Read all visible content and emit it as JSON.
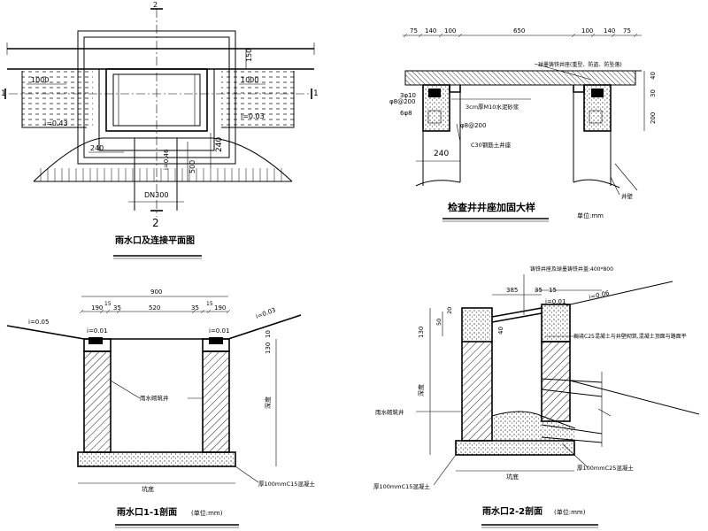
{
  "plan": {
    "title": "雨水口及连接平面图",
    "section_mark_1": "1",
    "section_mark_2": "2",
    "dims": {
      "d150": "150",
      "d1000_left": "1000",
      "d1000_right": "1000",
      "d240": "240",
      "d240_b": "240",
      "d500": "500",
      "dn300": "DN300"
    },
    "slopes": {
      "left": "i=0.43",
      "right": "i=0.03",
      "pipe": "i=0.46"
    }
  },
  "manhole": {
    "title": "检查井井座加固大样",
    "unit": "单位:mm",
    "top_dims": [
      "75",
      "140",
      "100",
      "650",
      "100",
      "140",
      "75"
    ],
    "side_dims": [
      "40",
      "30",
      "200"
    ],
    "labels": {
      "cover": "球墨铸铁井座(重型、防盗、防坠落)",
      "mortar": "3cm厚M10水泥砂浆",
      "c30": "C30钢筋土井座",
      "rebar1": "φ8@200",
      "rebar2": "3φ10",
      "rebar3": "6φ8",
      "rebar4": "φ8@200",
      "d240": "240",
      "wall": "井壁"
    }
  },
  "sec11": {
    "title": "雨水口1-1剖面",
    "unit": "(单位:mm)",
    "top_total": "900",
    "top_dims": [
      "190",
      "15",
      "35",
      "520",
      "35",
      "15",
      "190"
    ],
    "slope_left": "i=0.05",
    "slope_right": "i=0.03",
    "i_left": "i=0.01",
    "i_right": "i=0.01",
    "vert_dims": [
      "130",
      "10"
    ],
    "depth": "深度",
    "wall_label": "雨水砌筑井",
    "base_label": "厚100mmC15混凝土",
    "bottom": "坑底"
  },
  "sec22": {
    "title": "雨水口2-2剖面",
    "unit": "(单位:mm)",
    "dims": [
      "385",
      "35",
      "15",
      "20",
      "50",
      "130",
      "40"
    ],
    "slope_top": "i=0.06",
    "slope_grate": "i=0.01",
    "grate_label": "铸铁井座及球墨铸铁井盖:400*800",
    "c25_label": "现浇C25混凝土与井壁砌筑,混凝土顶面与路面平",
    "wall_label": "雨水砌筑井",
    "base_label": "厚100mmC15混凝土",
    "c25_bottom": "厚100mmC25混凝土",
    "depth": "深度",
    "bottom": "坑底"
  }
}
